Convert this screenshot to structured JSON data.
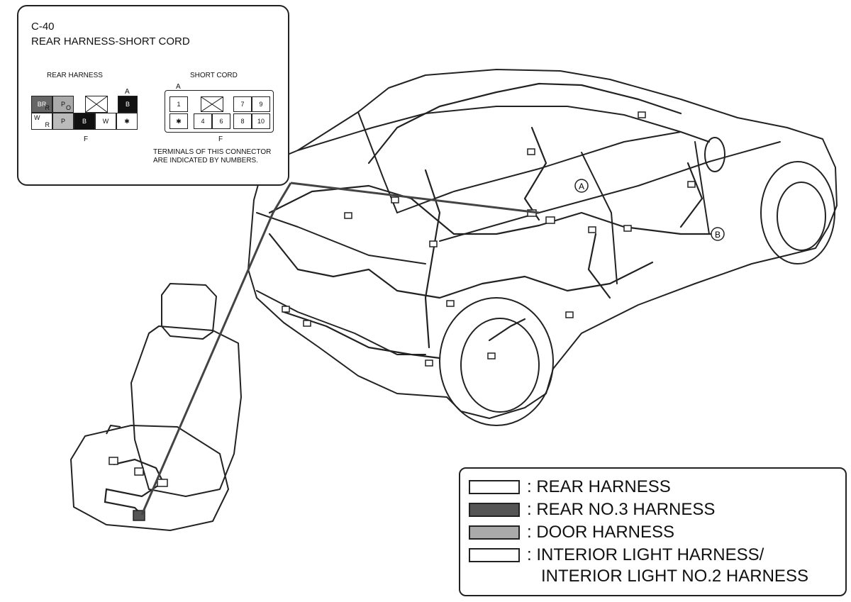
{
  "connector": {
    "code": "C-40",
    "title": "REAR HARNESS-SHORT CORD",
    "left_label": "REAR HARNESS",
    "right_label": "SHORT CORD",
    "pin_A_left": "A",
    "pin_A_right": "A",
    "pin_F_left": "F",
    "pin_F_right": "F",
    "note_line1": "TERMINALS OF THIS CONNECTOR",
    "note_line2": "ARE INDICATED BY NUMBERS.",
    "rear_cells": {
      "br": "BR",
      "r1": "R",
      "p1": "P",
      "o": "O",
      "w1": "W",
      "r2": "R",
      "p2": "P",
      "b1": "B",
      "w2": "W",
      "star": "✱",
      "b2": "B"
    },
    "short_cells": {
      "c1": "1",
      "c7": "7",
      "c9": "9",
      "star": "✱",
      "c4": "4",
      "c6": "6",
      "c8": "8",
      "c10": "10"
    }
  },
  "markers": {
    "a": "A",
    "b": "B"
  },
  "legend": {
    "items": [
      {
        "label": ": REAR HARNESS",
        "color": "#ffffff"
      },
      {
        "label": ": REAR NO.3 HARNESS",
        "color": "#555555"
      },
      {
        "label": ": DOOR HARNESS",
        "color": "#aaaaaa"
      },
      {
        "label": ": INTERIOR LIGHT HARNESS/",
        "color": "#ffffff"
      }
    ],
    "continuation": "INTERIOR LIGHT NO.2 HARNESS"
  }
}
